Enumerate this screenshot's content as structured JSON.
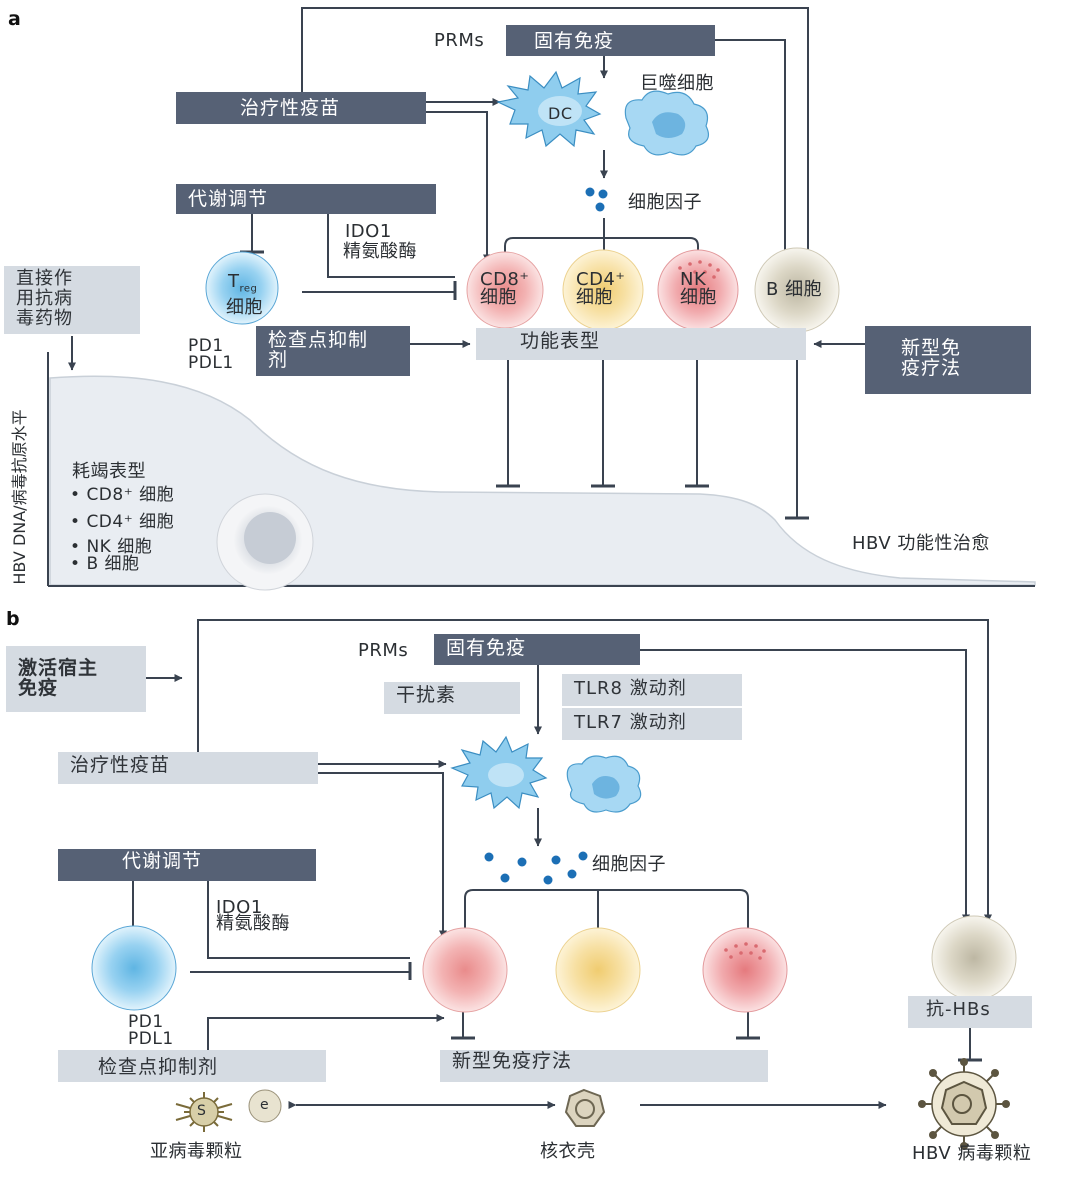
{
  "panel_a": {
    "letter": "a",
    "innate_immunity": "固有免疫",
    "prms": "PRMs",
    "dc": "DC",
    "macrophage": "巨噬细胞",
    "therapeutic_vaccine": "治疗性疫苗",
    "metabolic_regulation": "代谢调节",
    "cytokines": "细胞因子",
    "ido1": "IDO1",
    "arginase": "精氨酸酶",
    "direct_antiviral_1": "直接作",
    "direct_antiviral_2": "用抗病",
    "direct_antiviral_3": "毒药物",
    "treg_main": "T",
    "treg_sub": "reg",
    "treg_cell": "细胞",
    "cd8_1": "CD8⁺",
    "cd8_2": "细胞",
    "cd4_1": "CD4⁺",
    "cd4_2": "细胞",
    "nk_1": "NK",
    "nk_2": "细胞",
    "b_cell": "B 细胞",
    "pd1": "PD1",
    "pdl1": "PDL1",
    "checkpoint_1": "检查点抑制",
    "checkpoint_2": "剂",
    "functional_phenotype": "功能表型",
    "novel_immuno_1": "新型免",
    "novel_immuno_2": "疫疗法",
    "y_axis": "HBV DNA/病毒抗原水平",
    "exhausted_title": "耗竭表型",
    "exhausted_items": [
      "CD8⁺ 细胞",
      "CD4⁺ 细胞",
      "NK  细胞",
      "B 细胞"
    ],
    "functional_cure": "HBV 功能性治愈"
  },
  "panel_b": {
    "letter": "b",
    "activate_host_1": "激活宿主",
    "activate_host_2": "免疫",
    "prms": "PRMs",
    "innate_immunity": "固有免疫",
    "interferon": "干扰素",
    "tlr8": "TLR8 激动剂",
    "tlr7": "TLR7 激动剂",
    "therapeutic_vaccine": "治疗性疫苗",
    "metabolic_regulation": "代谢调节",
    "cytokines": "细胞因子",
    "ido1": "IDO1",
    "arginase": "精氨酸酶",
    "pd1": "PD1",
    "pdl1": "PDL1",
    "checkpoint": "检查点抑制剂",
    "novel_immuno": "新型免疫疗法",
    "anti_hbs": "抗-HBs",
    "s_label": "S",
    "e_label": "e",
    "subviral": "亚病毒颗粒",
    "nucleocapsid": "核衣壳",
    "hbv_virion": "HBV 病毒颗粒"
  },
  "colors": {
    "dark_box": "#566175",
    "light_box": "#d5dbe2",
    "arrow": "#3a4350",
    "dc_blue": "#7fc6ea",
    "cd8_pink": "#f2a9a9",
    "cd4_yellow": "#f5dc94",
    "nk_pink": "#f0a0a3",
    "b_cell_grey": "#e7e3d6",
    "treg_blue": "#8fd0f0",
    "curve_fill": "#e9edf2"
  }
}
